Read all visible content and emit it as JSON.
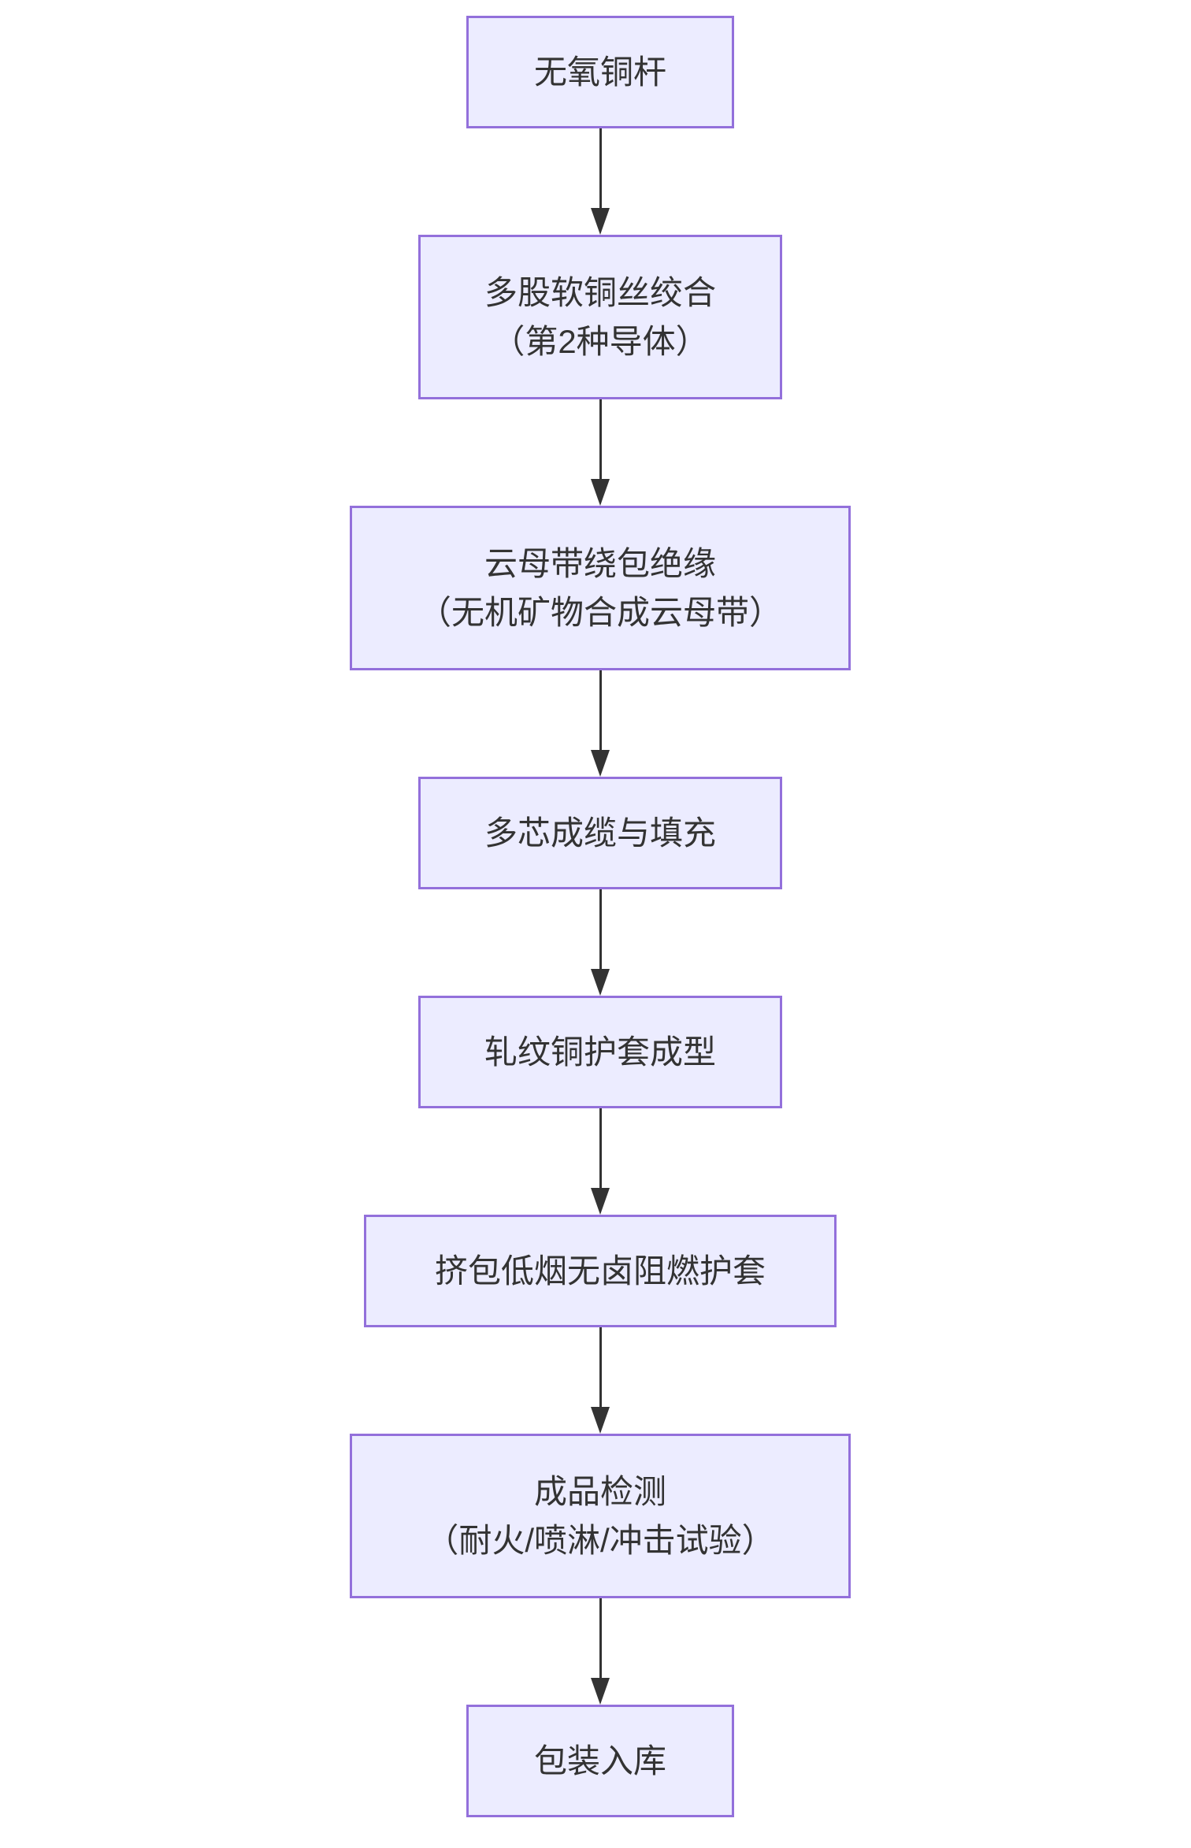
{
  "diagram": {
    "type": "flowchart",
    "direction": "top-down",
    "background": "#FFFFFF",
    "colors": {
      "node_fill": "#ECECFF",
      "node_border": "#9370DB",
      "arrow": "#333333",
      "text": "#333333"
    },
    "nodes": [
      {
        "id": "1",
        "line1": "无氧铜杆",
        "line2": ""
      },
      {
        "id": "2",
        "line1": "多股软铜丝绞合",
        "line2": "（第2种导体）"
      },
      {
        "id": "3",
        "line1": "云母带绕包绝缘",
        "line2": "（无机矿物合成云母带）"
      },
      {
        "id": "4",
        "line1": "多芯成缆与填充",
        "line2": ""
      },
      {
        "id": "5",
        "line1": "轧纹铜护套成型",
        "line2": ""
      },
      {
        "id": "6",
        "line1": "挤包低烟无卤阻燃护套",
        "line2": ""
      },
      {
        "id": "7",
        "line1": "成品检测",
        "line2": "（耐火/喷淋/冲击试验）"
      },
      {
        "id": "8",
        "line1": "包装入库",
        "line2": ""
      }
    ],
    "edges": [
      {
        "from": "1",
        "to": "2"
      },
      {
        "from": "2",
        "to": "3"
      },
      {
        "from": "3",
        "to": "4"
      },
      {
        "from": "4",
        "to": "5"
      },
      {
        "from": "5",
        "to": "6"
      },
      {
        "from": "6",
        "to": "7"
      },
      {
        "from": "7",
        "to": "8"
      }
    ]
  }
}
